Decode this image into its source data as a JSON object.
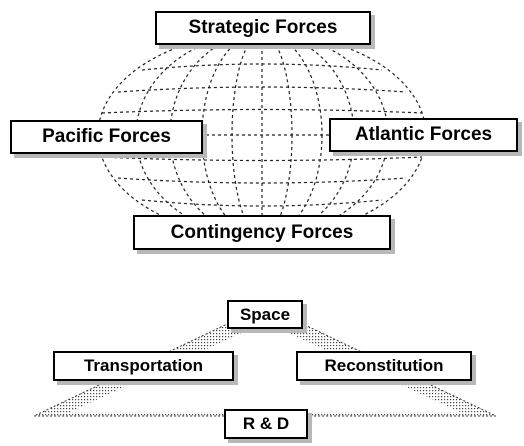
{
  "top_diagram": {
    "globe": "wireframe-globe",
    "labels": {
      "strategic": "Strategic Forces",
      "pacific": "Pacific Forces",
      "atlantic": "Atlantic Forces",
      "contingency": "Contingency Forces"
    }
  },
  "bottom_diagram": {
    "shape": "dotted-pyramid",
    "labels": {
      "space": "Space",
      "transportation": "Transportation",
      "reconstitution": "Reconstitution",
      "rd": "R & D"
    }
  }
}
